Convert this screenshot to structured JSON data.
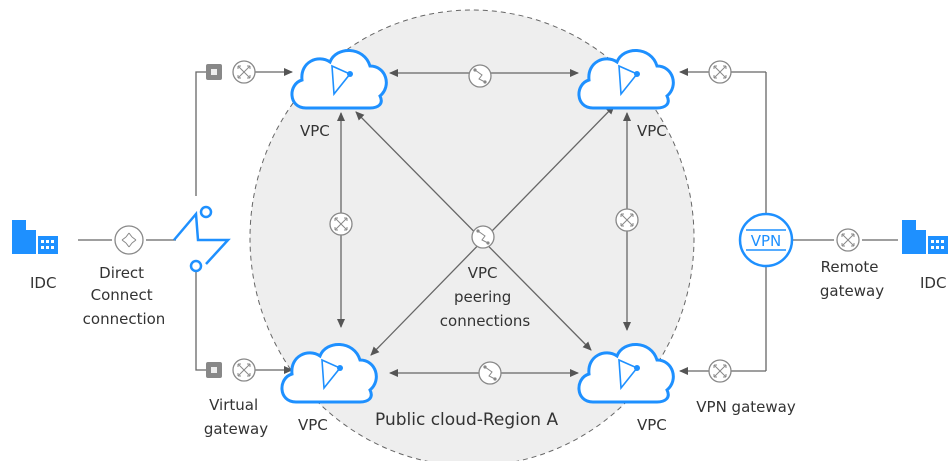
{
  "region": {
    "label": "Public cloud-Region A"
  },
  "vpc": {
    "label": "VPC"
  },
  "left": {
    "idc_label": "IDC",
    "direct_connect_label": [
      "Direct",
      "Connect",
      "connection"
    ],
    "virtual_gateway_label": [
      "Virtual",
      "gateway"
    ]
  },
  "center": {
    "peering_label": [
      "VPC",
      "peering",
      "connections"
    ]
  },
  "right": {
    "vpn_text": "VPN",
    "remote_gateway_label": [
      "Remote",
      "gateway"
    ],
    "vpn_gateway_label": "VPN gateway",
    "idc_label": "IDC"
  },
  "colors": {
    "accent": "#1e90ff",
    "region_fill": "#eeeeee",
    "line": "#666666",
    "icon_gray": "#999999"
  }
}
